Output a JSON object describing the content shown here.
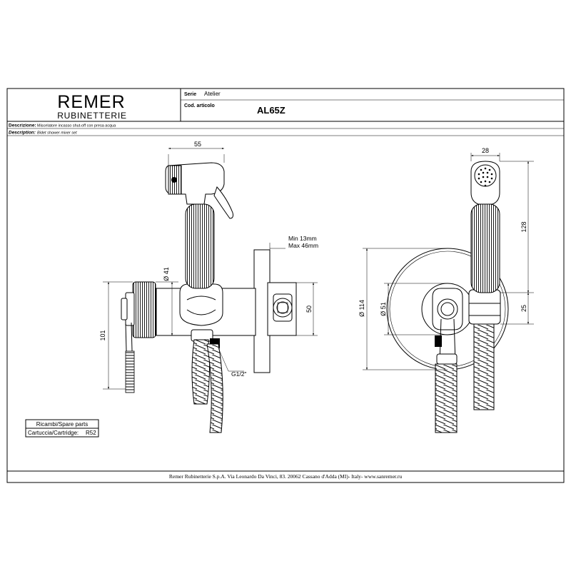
{
  "title_block": {
    "brand_main": "REMER",
    "brand_sub": "RUBINETTERIE",
    "serie_label": "Serie",
    "serie_value": "Atelier",
    "cod_label": "Cod. articolo",
    "cod_value": "AL65Z",
    "descrizione_label": "Descrizione:",
    "descrizione_value": "Miscelatore incasso shut-off con presa acqua",
    "description_label": "Description:",
    "description_value": "Bidet shower mixer set"
  },
  "dimensions": {
    "d55": "55",
    "d28": "28",
    "d128": "128",
    "d25": "25",
    "d114": "Ø 114",
    "d51": "Ø 51",
    "d41": "Ø 41",
    "d101": "101",
    "d50": "50",
    "min": "Min 13mm",
    "max": "Max 46mm",
    "thread": "G1/2\""
  },
  "spare_parts": {
    "header": "Ricambi/Spare parts",
    "cartridge_label": "Cartuccia/Cartridge:",
    "cartridge_value": "R52"
  },
  "footer": {
    "address": "Remer Rubinetterie S.p.A. Via Leonardo Da Vinci, 83. 20062 Cassano d'Adda (MI)- Italy- www.sanremer.ru"
  }
}
